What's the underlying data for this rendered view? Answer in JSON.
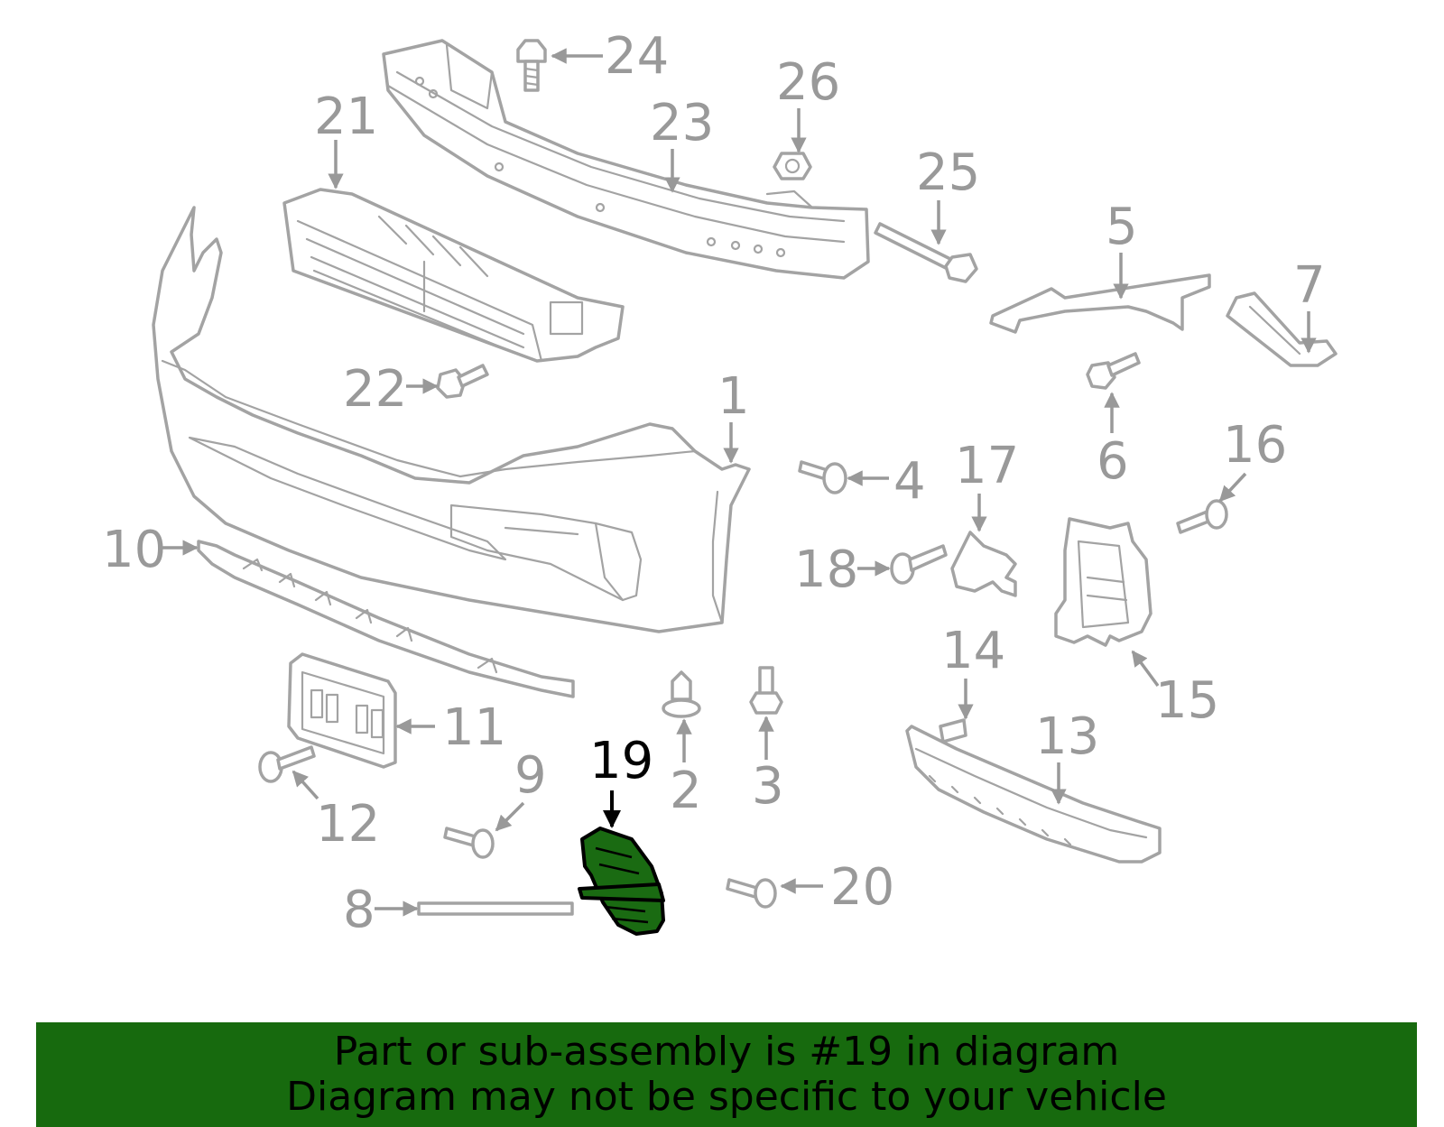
{
  "diagram": {
    "highlight_color": "#176a0e",
    "highlighted_part": "19",
    "callouts": {
      "c1": "1",
      "c2": "2",
      "c3": "3",
      "c4": "4",
      "c5": "5",
      "c6": "6",
      "c7": "7",
      "c8": "8",
      "c9": "9",
      "c10": "10",
      "c11": "11",
      "c12": "12",
      "c13": "13",
      "c14": "14",
      "c15": "15",
      "c16": "16",
      "c17": "17",
      "c18": "18",
      "c19": "19",
      "c20": "20",
      "c21": "21",
      "c22": "22",
      "c23": "23",
      "c24": "24",
      "c25": "25",
      "c26": "26"
    }
  },
  "banner": {
    "line1": "Part or sub-assembly is #19 in diagram",
    "line2": "Diagram may not be specific to your vehicle"
  }
}
